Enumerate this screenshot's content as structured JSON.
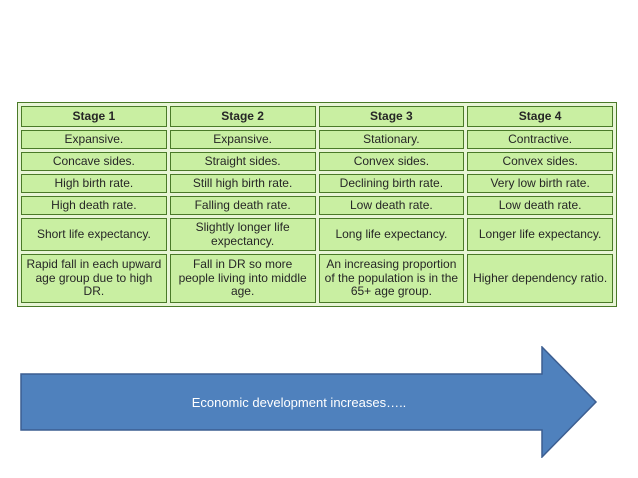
{
  "table": {
    "headers": [
      "Stage 1",
      "Stage 2",
      "Stage 3",
      "Stage 4"
    ],
    "rows": [
      [
        "Expansive.",
        "Expansive.",
        "Stationary.",
        "Contractive."
      ],
      [
        "Concave sides.",
        "Straight sides.",
        "Convex sides.",
        "Convex sides."
      ],
      [
        "High birth rate.",
        "Still high birth rate.",
        "Declining birth rate.",
        "Very low birth rate."
      ],
      [
        "High death rate.",
        "Falling death rate.",
        "Low death rate.",
        "Low death rate."
      ],
      [
        "Short life expectancy.",
        "Slightly longer life expectancy.",
        "Long life expectancy.",
        "Longer life expectancy."
      ],
      [
        "Rapid fall in each upward age group due to high DR.",
        "Fall in DR so more people living into middle age.",
        "An increasing proportion of the population is in the 65+ age group.",
        "Higher dependency ratio."
      ]
    ]
  },
  "arrow": {
    "label": "Economic development increases….."
  },
  "colors": {
    "cell_fill": "#c9efa2",
    "cell_border": "#4a7a28",
    "table_gap": "#e8f5d6",
    "arrow_fill": "#4f81bd",
    "arrow_border": "#3c5e91",
    "arrow_text": "#ffffff",
    "table_text": "#262626"
  }
}
